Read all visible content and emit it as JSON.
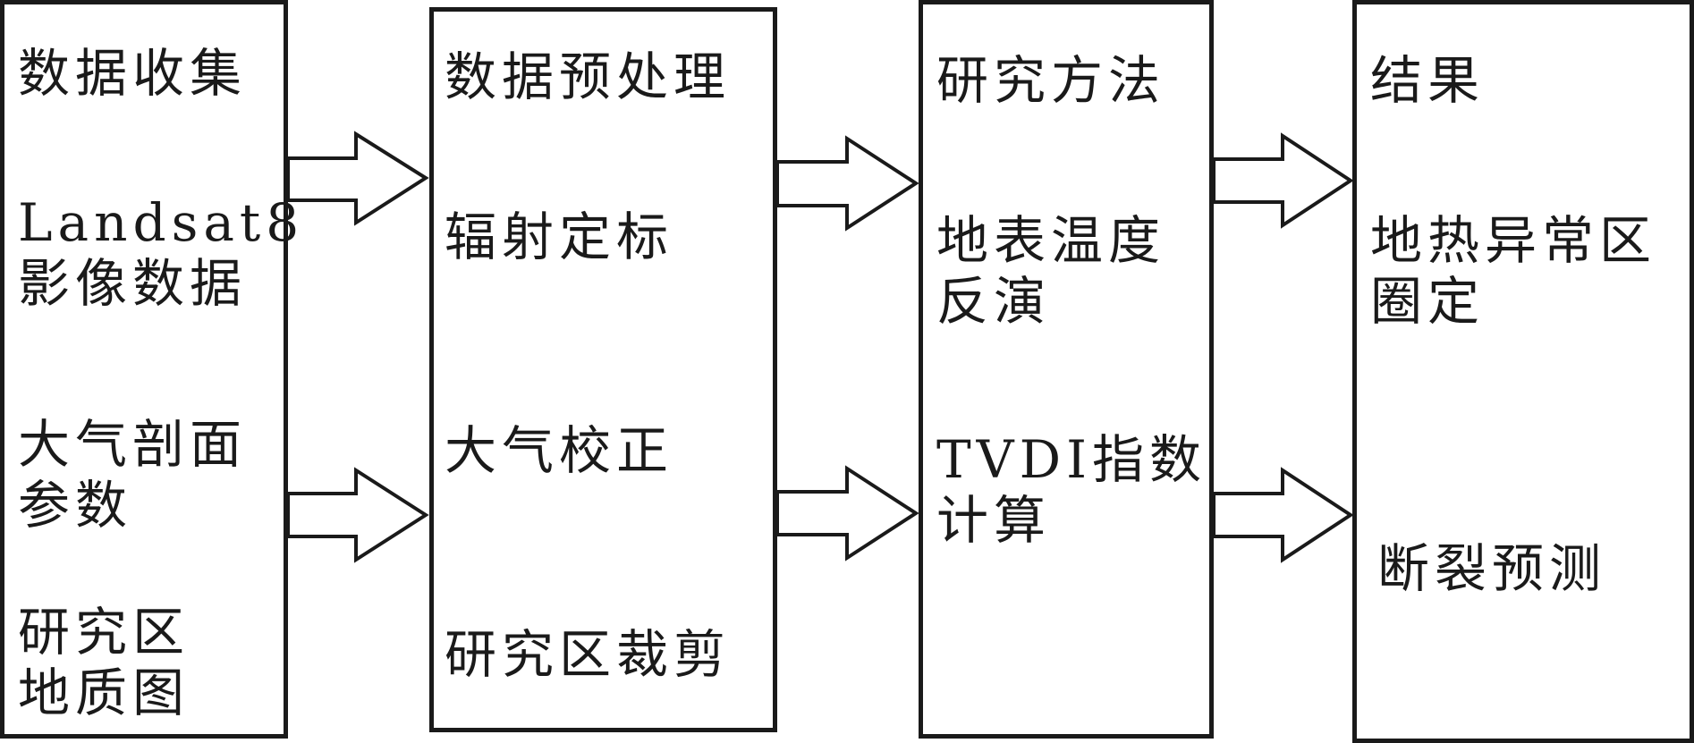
{
  "colors": {
    "stroke": "#1a1a1a",
    "background": "#ffffff"
  },
  "columns": [
    {
      "id": "data-collection",
      "title": "数据收集",
      "items": [
        "Landsat8\n影像数据",
        "大气剖面\n参数",
        "研究区\n地质图"
      ]
    },
    {
      "id": "preprocessing",
      "title": "数据预处理",
      "items": [
        "辐射定标",
        "大气校正",
        "研究区裁剪"
      ]
    },
    {
      "id": "methods",
      "title": "研究方法",
      "items": [
        "地表温度\n反演",
        "TVDI指数\n计算"
      ]
    },
    {
      "id": "results",
      "title": "结果",
      "items": [
        "地热异常区\n圈定",
        "断裂预测"
      ]
    }
  ],
  "arrows": [
    {
      "from": "data-collection",
      "to": "preprocessing"
    },
    {
      "from": "data-collection",
      "to": "preprocessing"
    },
    {
      "from": "preprocessing",
      "to": "methods"
    },
    {
      "from": "preprocessing",
      "to": "methods"
    },
    {
      "from": "methods",
      "to": "results"
    },
    {
      "from": "methods",
      "to": "results"
    }
  ]
}
